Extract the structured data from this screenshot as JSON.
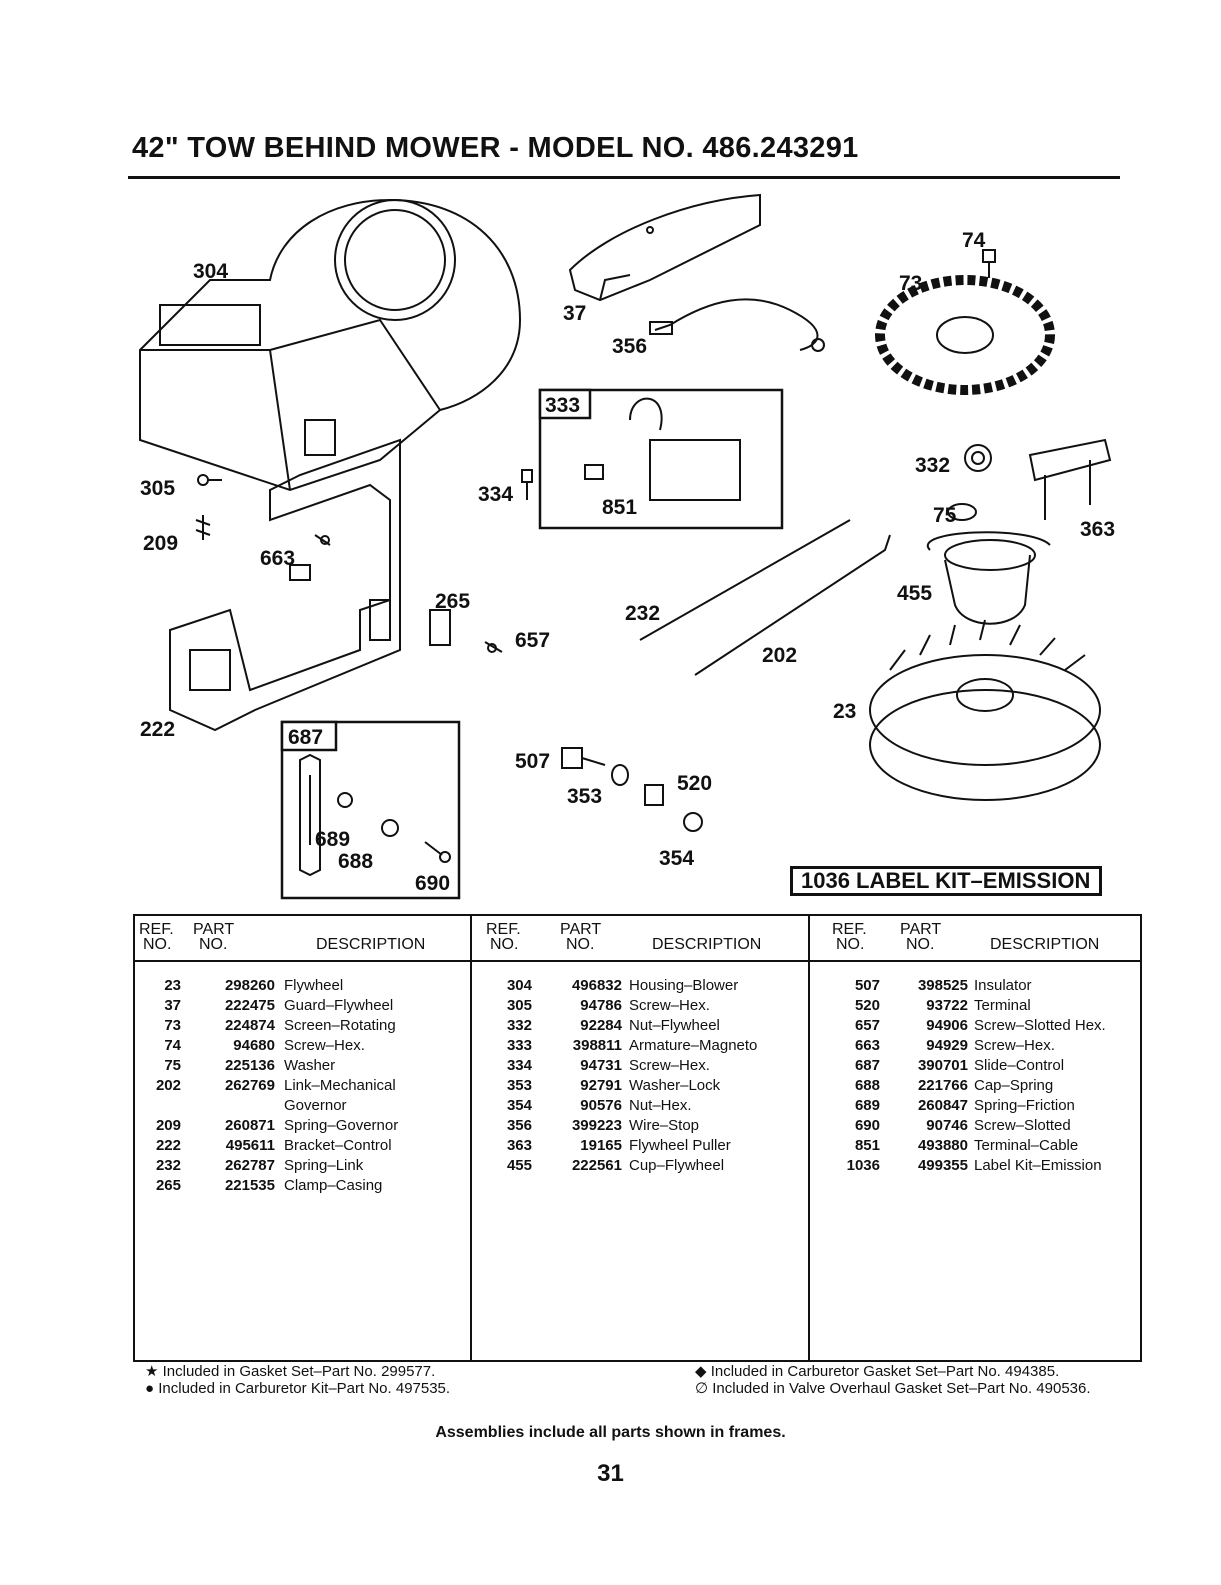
{
  "header": {
    "title": "42\" TOW BEHIND MOWER - MODEL NO. 486.243291"
  },
  "diagram": {
    "callouts": [
      "304",
      "37",
      "356",
      "74",
      "73",
      "333",
      "851",
      "334",
      "332",
      "75",
      "363",
      "305",
      "209",
      "663",
      "265",
      "657",
      "232",
      "202",
      "455",
      "23",
      "222",
      "687",
      "507",
      "353",
      "520",
      "354",
      "689",
      "688",
      "690"
    ],
    "frame_labels": [
      "333",
      "687"
    ],
    "label_kit": "1036 LABEL KIT–EMISSION"
  },
  "table": {
    "headers": {
      "ref_1": "REF.",
      "ref_2": "NO.",
      "part_1": "PART",
      "part_2": "NO.",
      "desc": "DESCRIPTION"
    },
    "columns": [
      [
        {
          "ref": "23",
          "part": "298260",
          "desc": "Flywheel"
        },
        {
          "ref": "37",
          "part": "222475",
          "desc": "Guard–Flywheel"
        },
        {
          "ref": "73",
          "part": "224874",
          "desc": "Screen–Rotating"
        },
        {
          "ref": "74",
          "part": "94680",
          "desc": "Screw–Hex."
        },
        {
          "ref": "75",
          "part": "225136",
          "desc": "Washer"
        },
        {
          "ref": "202",
          "part": "262769",
          "desc": "Link–Mechanical"
        },
        {
          "ref": "",
          "part": "",
          "desc": "Governor"
        },
        {
          "ref": "209",
          "part": "260871",
          "desc": "Spring–Governor"
        },
        {
          "ref": "222",
          "part": "495611",
          "desc": "Bracket–Control"
        },
        {
          "ref": "232",
          "part": "262787",
          "desc": "Spring–Link"
        },
        {
          "ref": "265",
          "part": "221535",
          "desc": "Clamp–Casing"
        }
      ],
      [
        {
          "ref": "304",
          "part": "496832",
          "desc": "Housing–Blower"
        },
        {
          "ref": "305",
          "part": "94786",
          "desc": "Screw–Hex."
        },
        {
          "ref": "332",
          "part": "92284",
          "desc": "Nut–Flywheel"
        },
        {
          "ref": "333",
          "part": "398811",
          "desc": "Armature–Magneto"
        },
        {
          "ref": "334",
          "part": "94731",
          "desc": "Screw–Hex."
        },
        {
          "ref": "353",
          "part": "92791",
          "desc": "Washer–Lock"
        },
        {
          "ref": "354",
          "part": "90576",
          "desc": "Nut–Hex."
        },
        {
          "ref": "356",
          "part": "399223",
          "desc": "Wire–Stop"
        },
        {
          "ref": "363",
          "part": "19165",
          "desc": "Flywheel Puller"
        },
        {
          "ref": "455",
          "part": "222561",
          "desc": "Cup–Flywheel"
        }
      ],
      [
        {
          "ref": "507",
          "part": "398525",
          "desc": "Insulator"
        },
        {
          "ref": "520",
          "part": "93722",
          "desc": "Terminal"
        },
        {
          "ref": "657",
          "part": "94906",
          "desc": "Screw–Slotted Hex."
        },
        {
          "ref": "663",
          "part": "94929",
          "desc": "Screw–Hex."
        },
        {
          "ref": "687",
          "part": "390701",
          "desc": "Slide–Control"
        },
        {
          "ref": "688",
          "part": "221766",
          "desc": "Cap–Spring"
        },
        {
          "ref": "689",
          "part": "260847",
          "desc": "Spring–Friction"
        },
        {
          "ref": "690",
          "part": "90746",
          "desc": "Screw–Slotted"
        },
        {
          "ref": "851",
          "part": "493880",
          "desc": "Terminal–Cable"
        },
        {
          "ref": "1036",
          "part": "499355",
          "desc": "Label Kit–Emission"
        }
      ]
    ]
  },
  "footnotes": {
    "star": "★  Included in Gasket Set–Part No. 299577.",
    "dot": "●  Included in Carburetor Kit–Part No. 497535.",
    "diamond": "◆  Included in Carburetor Gasket Set–Part No. 494385.",
    "empty_set": "∅  Included in Valve Overhaul Gasket Set–Part No. 490536."
  },
  "assembly_note": "Assemblies include all parts shown in frames.",
  "page_number": "31",
  "colors": {
    "ink": "#111111",
    "paper": "#ffffff"
  }
}
